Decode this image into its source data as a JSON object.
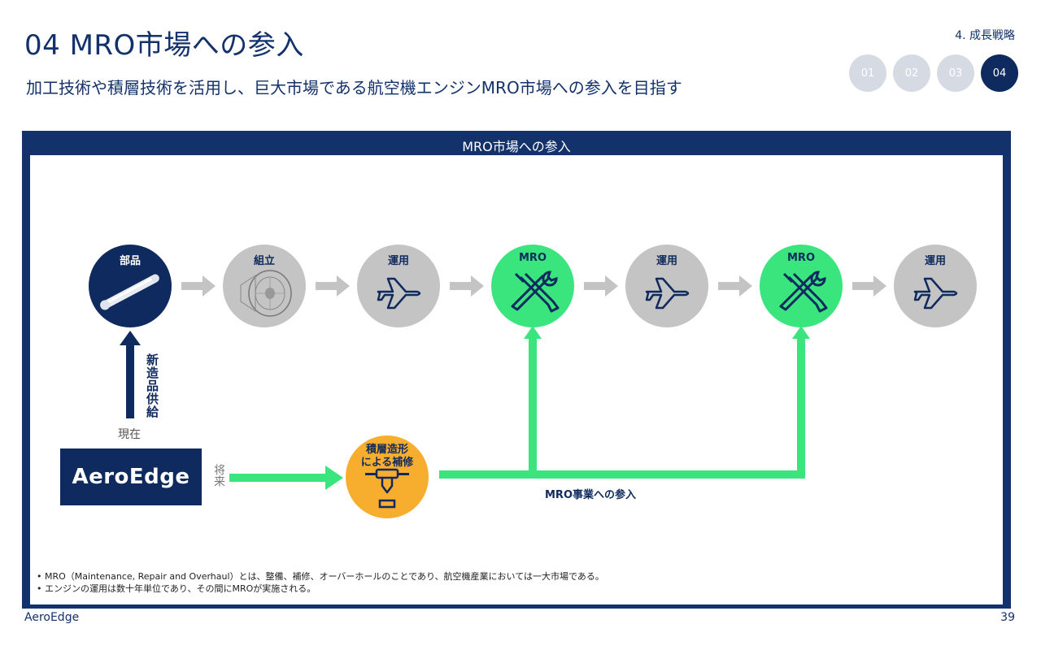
{
  "header": {
    "title": "04 MRO市場への参入",
    "subtitle": "加工技術や積層技術を活用し、巨大市場である航空機エンジンMRO市場への参入を目指す",
    "section": "4. 成長戦略",
    "steps": [
      "01",
      "02",
      "03",
      "04"
    ],
    "active_step": "04"
  },
  "panel": {
    "title": "MRO市場への参入",
    "flow": [
      "部品",
      "組立",
      "運用",
      "MRO",
      "運用",
      "MRO",
      "運用"
    ],
    "supply_label": "新造品供給",
    "now_label": "現在",
    "future_label": "将来",
    "logo_text": "AeroEdge",
    "repair_label_line1": "積層造形",
    "repair_label_line2": "による補修",
    "mro_business_label": "MRO事業への参入",
    "notes": [
      "MRO（Maintenance, Repair and Overhaul）とは、整備、補修、オーバーホールのことであり、航空機産業においては一大市場である。",
      "エンジンの運用は数十年単位であり、その間にMROが実施される。"
    ]
  },
  "footer": {
    "company": "AeroEdge",
    "page": "39"
  },
  "colors": {
    "navy": "#0f2a5e",
    "green": "#3ae57e",
    "gray": "#c4c4c4",
    "orange": "#f7ad2e"
  }
}
